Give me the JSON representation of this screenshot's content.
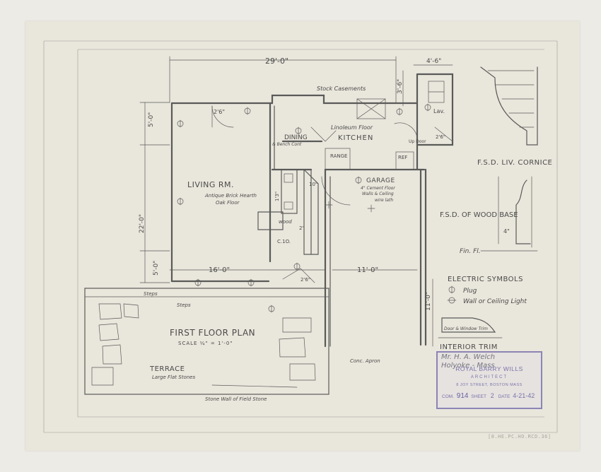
{
  "labels": {
    "overall_width": "29'-0\"",
    "dim_top_right": "4'-6\"",
    "dim_right_upper": "3'-6\"",
    "dim_left_upper": "5'-0\"",
    "dim_left_mid": "22'-0\"",
    "dim_left_lower": "5'-0\"",
    "dim_living_width": "16'-0\"",
    "dim_garage_width": "11'-0\"",
    "dim_garage_depth": "11'-0\"",
    "dim_door_a": "2'6\"",
    "dim_door_b": "2'6\"",
    "dim_door_c": "2'6\"",
    "dim_misc_a": "1'3\"",
    "dim_misc_b": "2'",
    "dim_misc_c": "10\"",
    "casements": "Stock Casements",
    "linoleum": "Linoleum Floor",
    "kitchen": "KITCHEN",
    "dining": "DINING",
    "dining_note": "& Bench Cont",
    "lavatory": "Lav.",
    "up_door": "Up Door",
    "range": "RANGE",
    "refrigerator": "REF",
    "living_room": "LIVING RM.",
    "hearth_1": "Antique Brick Hearth",
    "hearth_2": "Oak Floor",
    "wood": "wood",
    "closet": "C.1O.",
    "garage": "GARAGE",
    "garage_note_1": "4\" Cement Floor",
    "garage_note_2": "Walls & Ceiling",
    "garage_note_3": "wire lath",
    "steps_1": "Steps",
    "steps_2": "Steps",
    "plan_title": "FIRST FLOOR PLAN",
    "scale": "SCALE ¼\" = 1'-0\"",
    "terrace": "TERRACE",
    "terrace_note": "Large Flat Stones",
    "stone_wall": "Stone Wall of Field Stone",
    "apron": "Conc. Apron",
    "cornice": "F.S.D. LIV. CORNICE",
    "wood_base": "F.S.D. OF WOOD BASE",
    "fin_fl": "Fin. Fl.",
    "base_dim": "4\"",
    "electric_symbols": "ELECTRIC SYMBOLS",
    "plug": "Plug",
    "wall_light": "Wall or Ceiling Light",
    "door_trim": "Door & Window Trim",
    "interior_trim": "INTERIOR TRIM"
  },
  "title_block": {
    "client": "Mr. H. A. Welch",
    "location": "Holyoke - Mass",
    "architect": "ROYAL BARRY WILLS",
    "role": "ARCHITECT",
    "address": "8 JOY STREET, BOSTON MASS",
    "commission_label": "COM.",
    "commission_no": "914",
    "sheet_label": "SHEET",
    "sheet_no": "2",
    "date_label": "DATE",
    "date": "4-21-42"
  },
  "accession": "[8.HE.PC.HO.RCD.36]",
  "colors": {
    "paper": "#e9e6dc",
    "pencil": "#5a5a58",
    "stamp": "#7c72a8"
  }
}
